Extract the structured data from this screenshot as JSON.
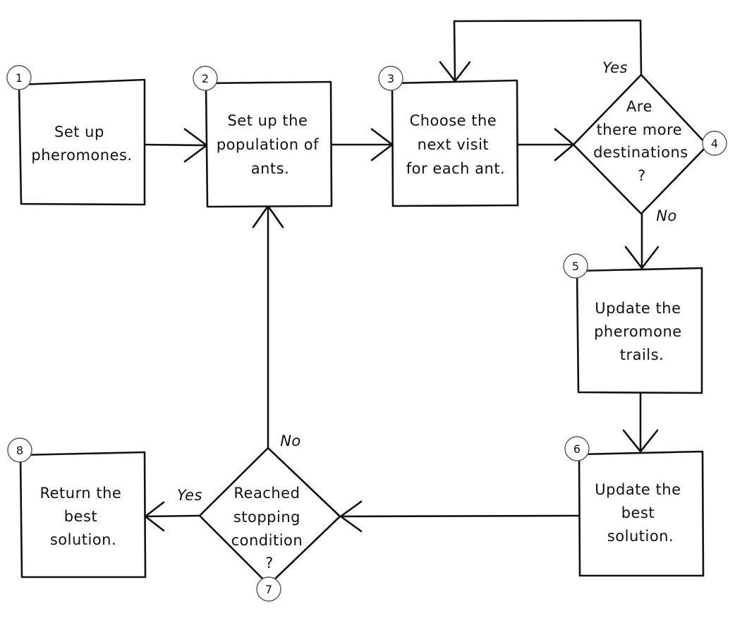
{
  "diagram": {
    "nodes": [
      {
        "id": "1",
        "number": "1",
        "lines": [
          "Set up",
          "pheromones."
        ]
      },
      {
        "id": "2",
        "number": "2",
        "lines": [
          "Set up the",
          "population of",
          "ants."
        ]
      },
      {
        "id": "3",
        "number": "3",
        "lines": [
          "Choose the",
          "next visit",
          "for each ant."
        ]
      },
      {
        "id": "4",
        "number": "4",
        "lines": [
          "Are",
          "there more",
          "destinations",
          "?"
        ]
      },
      {
        "id": "5",
        "number": "5",
        "lines": [
          "Update the",
          "pheromone",
          "trails."
        ]
      },
      {
        "id": "6",
        "number": "6",
        "lines": [
          "Update the",
          "best",
          "solution."
        ]
      },
      {
        "id": "7",
        "number": "7",
        "lines": [
          "Reached",
          "stopping",
          "condition",
          "?"
        ]
      },
      {
        "id": "8",
        "number": "8",
        "lines": [
          "Return the",
          "best",
          "solution."
        ]
      }
    ],
    "edge_labels": {
      "decision4_yes": "Yes",
      "decision4_no": "No",
      "decision7_no": "No",
      "decision7_yes": "Yes"
    }
  }
}
